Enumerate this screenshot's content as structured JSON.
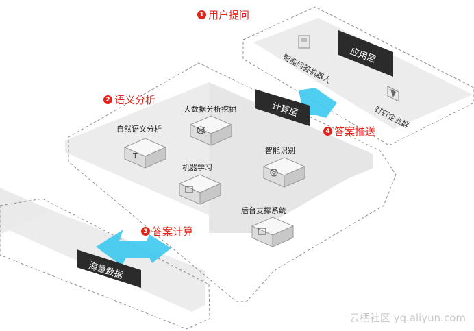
{
  "steps": [
    {
      "num": "1",
      "text": "用户提问"
    },
    {
      "num": "2",
      "text": "语义分析"
    },
    {
      "num": "3",
      "text": "答案计算"
    },
    {
      "num": "4",
      "text": "答案推送"
    }
  ],
  "layers": {
    "application": "应用层",
    "compute": "计算层",
    "data": "海量数据"
  },
  "modules": [
    {
      "label": "自然语义分析",
      "icon": "text-icon"
    },
    {
      "label": "大数据分析挖掘",
      "icon": "network-icon"
    },
    {
      "label": "智能识别",
      "icon": "gear-icon"
    },
    {
      "label": "机器学习",
      "icon": "square-icon"
    },
    {
      "label": "后台支撑系统",
      "icon": "window-icon"
    }
  ],
  "apps": [
    {
      "label": "智能问答机器人",
      "icon": "robot-icon"
    },
    {
      "label": "钉钉企业群",
      "icon": "dingtalk-icon"
    }
  ],
  "watermark": "云栖社区 yq.aliyun.com",
  "colors": {
    "accent": "#e0241b",
    "arrow": "#3cc9ef",
    "dark_label": "#2b2b2b"
  }
}
